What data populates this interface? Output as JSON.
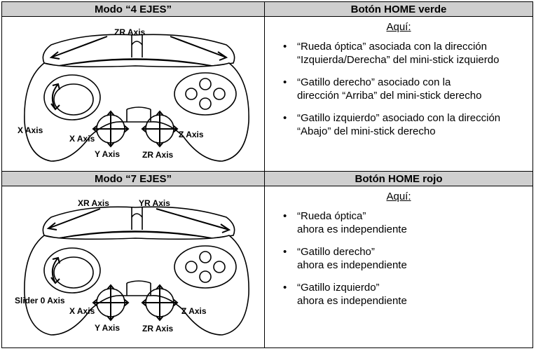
{
  "sections": [
    {
      "mode_label": "Modo “4 EJES”",
      "button_label": "Botón HOME verde",
      "here_label": "Aquí",
      "here_colon": ":",
      "axes": {
        "top_left": "ZR Axis",
        "top_right": "",
        "wheel": "X Axis",
        "left_stick_h": "X Axis",
        "left_stick_v": "Y Axis",
        "right_stick_h": "Z Axis",
        "right_stick_v": "ZR Axis"
      },
      "bullets": [
        [
          "“Rueda óptica” asociada con la dirección",
          "“Izquierda/Derecha” del mini-stick izquierdo"
        ],
        [
          "“Gatillo derecho” asociado con la",
          "dirección “Arriba” del mini-stick derecho"
        ],
        [
          "“Gatillo izquierdo” asociado con la dirección",
          "“Abajo” del mini-stick derecho"
        ]
      ]
    },
    {
      "mode_label": "Modo “7 EJES”",
      "button_label": "Botón HOME rojo",
      "here_label": "Aquí",
      "here_colon": ":",
      "axes": {
        "top_left": "XR Axis",
        "top_right": "YR Axis",
        "wheel": "Slider 0 Axis",
        "left_stick_h": "X Axis",
        "left_stick_v": "Y Axis",
        "right_stick_h": "Z Axis",
        "right_stick_v": "ZR Axis"
      },
      "bullets": [
        [
          "“Rueda óptica”",
          "ahora es independiente"
        ],
        [
          "“Gatillo derecho”",
          "ahora es independiente"
        ],
        [
          "“Gatillo izquierdo”",
          "ahora es independiente"
        ]
      ]
    }
  ],
  "bullet_glyph": "•"
}
